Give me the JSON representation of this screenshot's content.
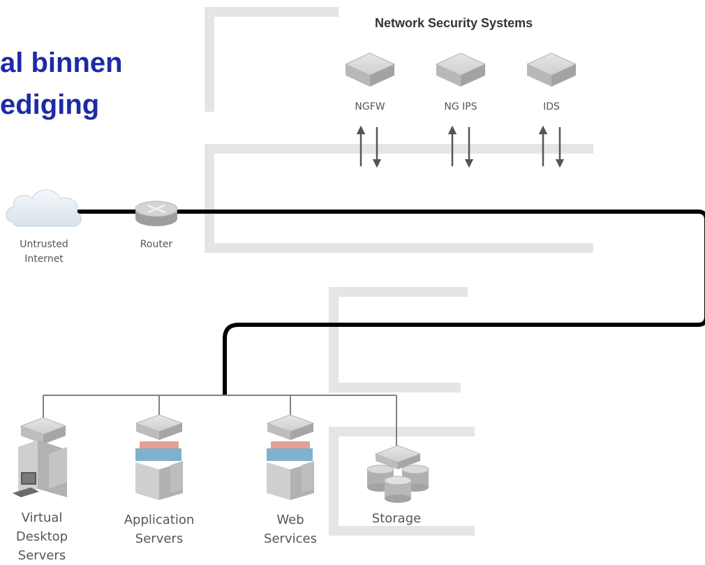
{
  "slide": {
    "heading_line1": "al binnen",
    "heading_line2": "ediging"
  },
  "diagram": {
    "security_title": "Network Security Systems",
    "security_devices": [
      {
        "label": "NGFW"
      },
      {
        "label": "NG IPS"
      },
      {
        "label": "IDS"
      }
    ],
    "edge": [
      {
        "label_line1": "Untrusted",
        "label_line2": "Internet",
        "icon": "cloud-icon"
      },
      {
        "label": "Router",
        "icon": "router-icon"
      }
    ],
    "servers": [
      {
        "label_line1": "Virtual",
        "label_line2": "Desktop",
        "label_line3": "Servers",
        "icon": "virtual-desktop-server-icon"
      },
      {
        "label_line1": "Application",
        "label_line2": "Servers",
        "icon": "application-server-icon"
      },
      {
        "label_line1": "Web",
        "label_line2": "Services",
        "icon": "web-server-icon"
      },
      {
        "label": "Storage",
        "icon": "storage-icon"
      }
    ],
    "colors": {
      "heading": "#1e2aa6",
      "link": "#000000",
      "branch": "#808080",
      "device": "#c9c9c9"
    }
  }
}
